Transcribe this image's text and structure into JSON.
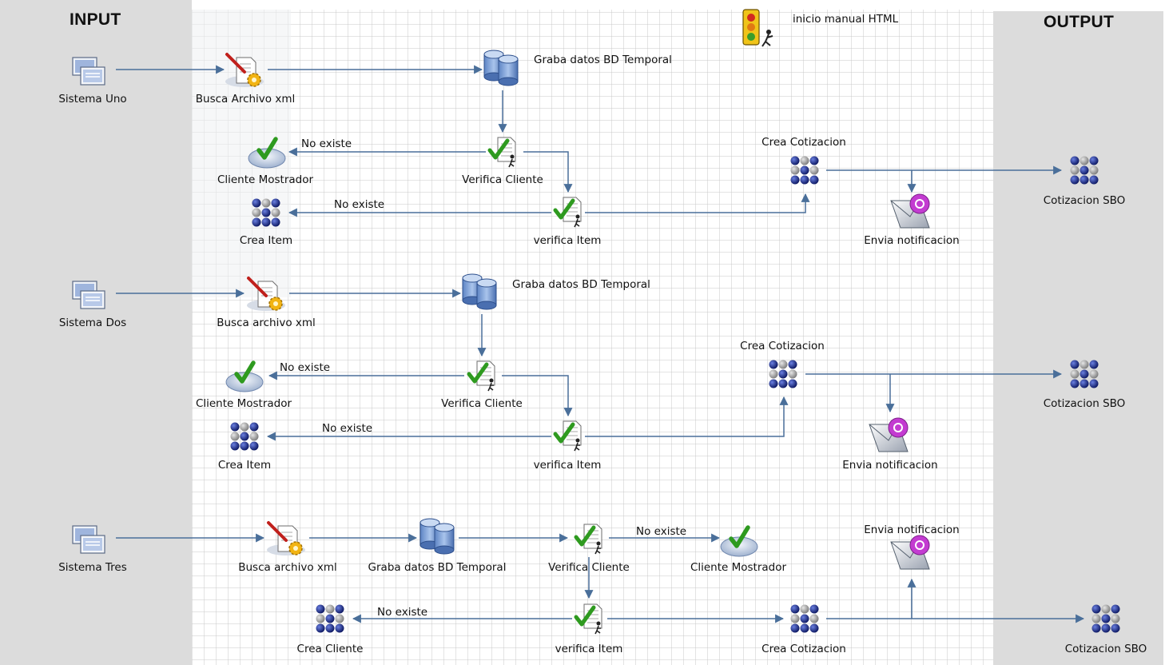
{
  "sections": {
    "input": "INPUT",
    "output": "OUTPUT"
  },
  "trigger": "inicio manual HTML",
  "colors": {
    "side_panel": "#dcdcdc",
    "grid_line": "#c9c9c9",
    "arrow": "#4a6f9a",
    "check": "#2e9a1f",
    "dot_blue": "#0e1d7c"
  },
  "flows": [
    {
      "system": "Sistema Uno",
      "busca": "Busca Archivo xml",
      "graba": "Graba datos BD Temporal",
      "verifica_cliente": "Verifica Cliente",
      "no_existe_cliente": "No existe",
      "cliente_mostrador": "Cliente Mostrador",
      "verifica_item": "verifica Item",
      "no_existe_item": "No existe",
      "crea_item": "Crea Item",
      "crea_cotizacion": "Crea Cotizacion",
      "envia": "Envia notificacion",
      "output": "Cotizacion SBO"
    },
    {
      "system": "Sistema Dos",
      "busca": "Busca archivo xml",
      "graba": "Graba datos BD Temporal",
      "verifica_cliente": "Verifica Cliente",
      "no_existe_cliente": "No existe",
      "cliente_mostrador": "Cliente Mostrador",
      "verifica_item": "verifica Item",
      "no_existe_item": "No existe",
      "crea_item": "Crea Item",
      "crea_cotizacion": "Crea Cotizacion",
      "envia": "Envia notificacion",
      "output": "Cotizacion SBO"
    },
    {
      "system": "Sistema Tres",
      "busca": "Busca archivo xml",
      "graba": "Graba datos BD Temporal",
      "verifica_cliente": "Verifica Cliente",
      "no_existe_cliente": "No existe",
      "cliente_mostrador": "Cliente Mostrador",
      "verifica_item": "verifica Item",
      "no_existe_item": "No existe",
      "crea_item": "Crea Cliente",
      "crea_cotizacion": "Crea Cotizacion",
      "envia": "Envia notificacion",
      "output": "Cotizacion SBO"
    }
  ],
  "icons": {
    "system": "computer-window-icon",
    "busca": "document-gear-icon",
    "graba": "database-icon",
    "verifica": "document-check-icon",
    "mostrador": "checkmark-dish-icon",
    "crea": "dot-grid-icon",
    "envia": "email-envelope-icon",
    "trigger": "traffic-light-runner-icon"
  }
}
